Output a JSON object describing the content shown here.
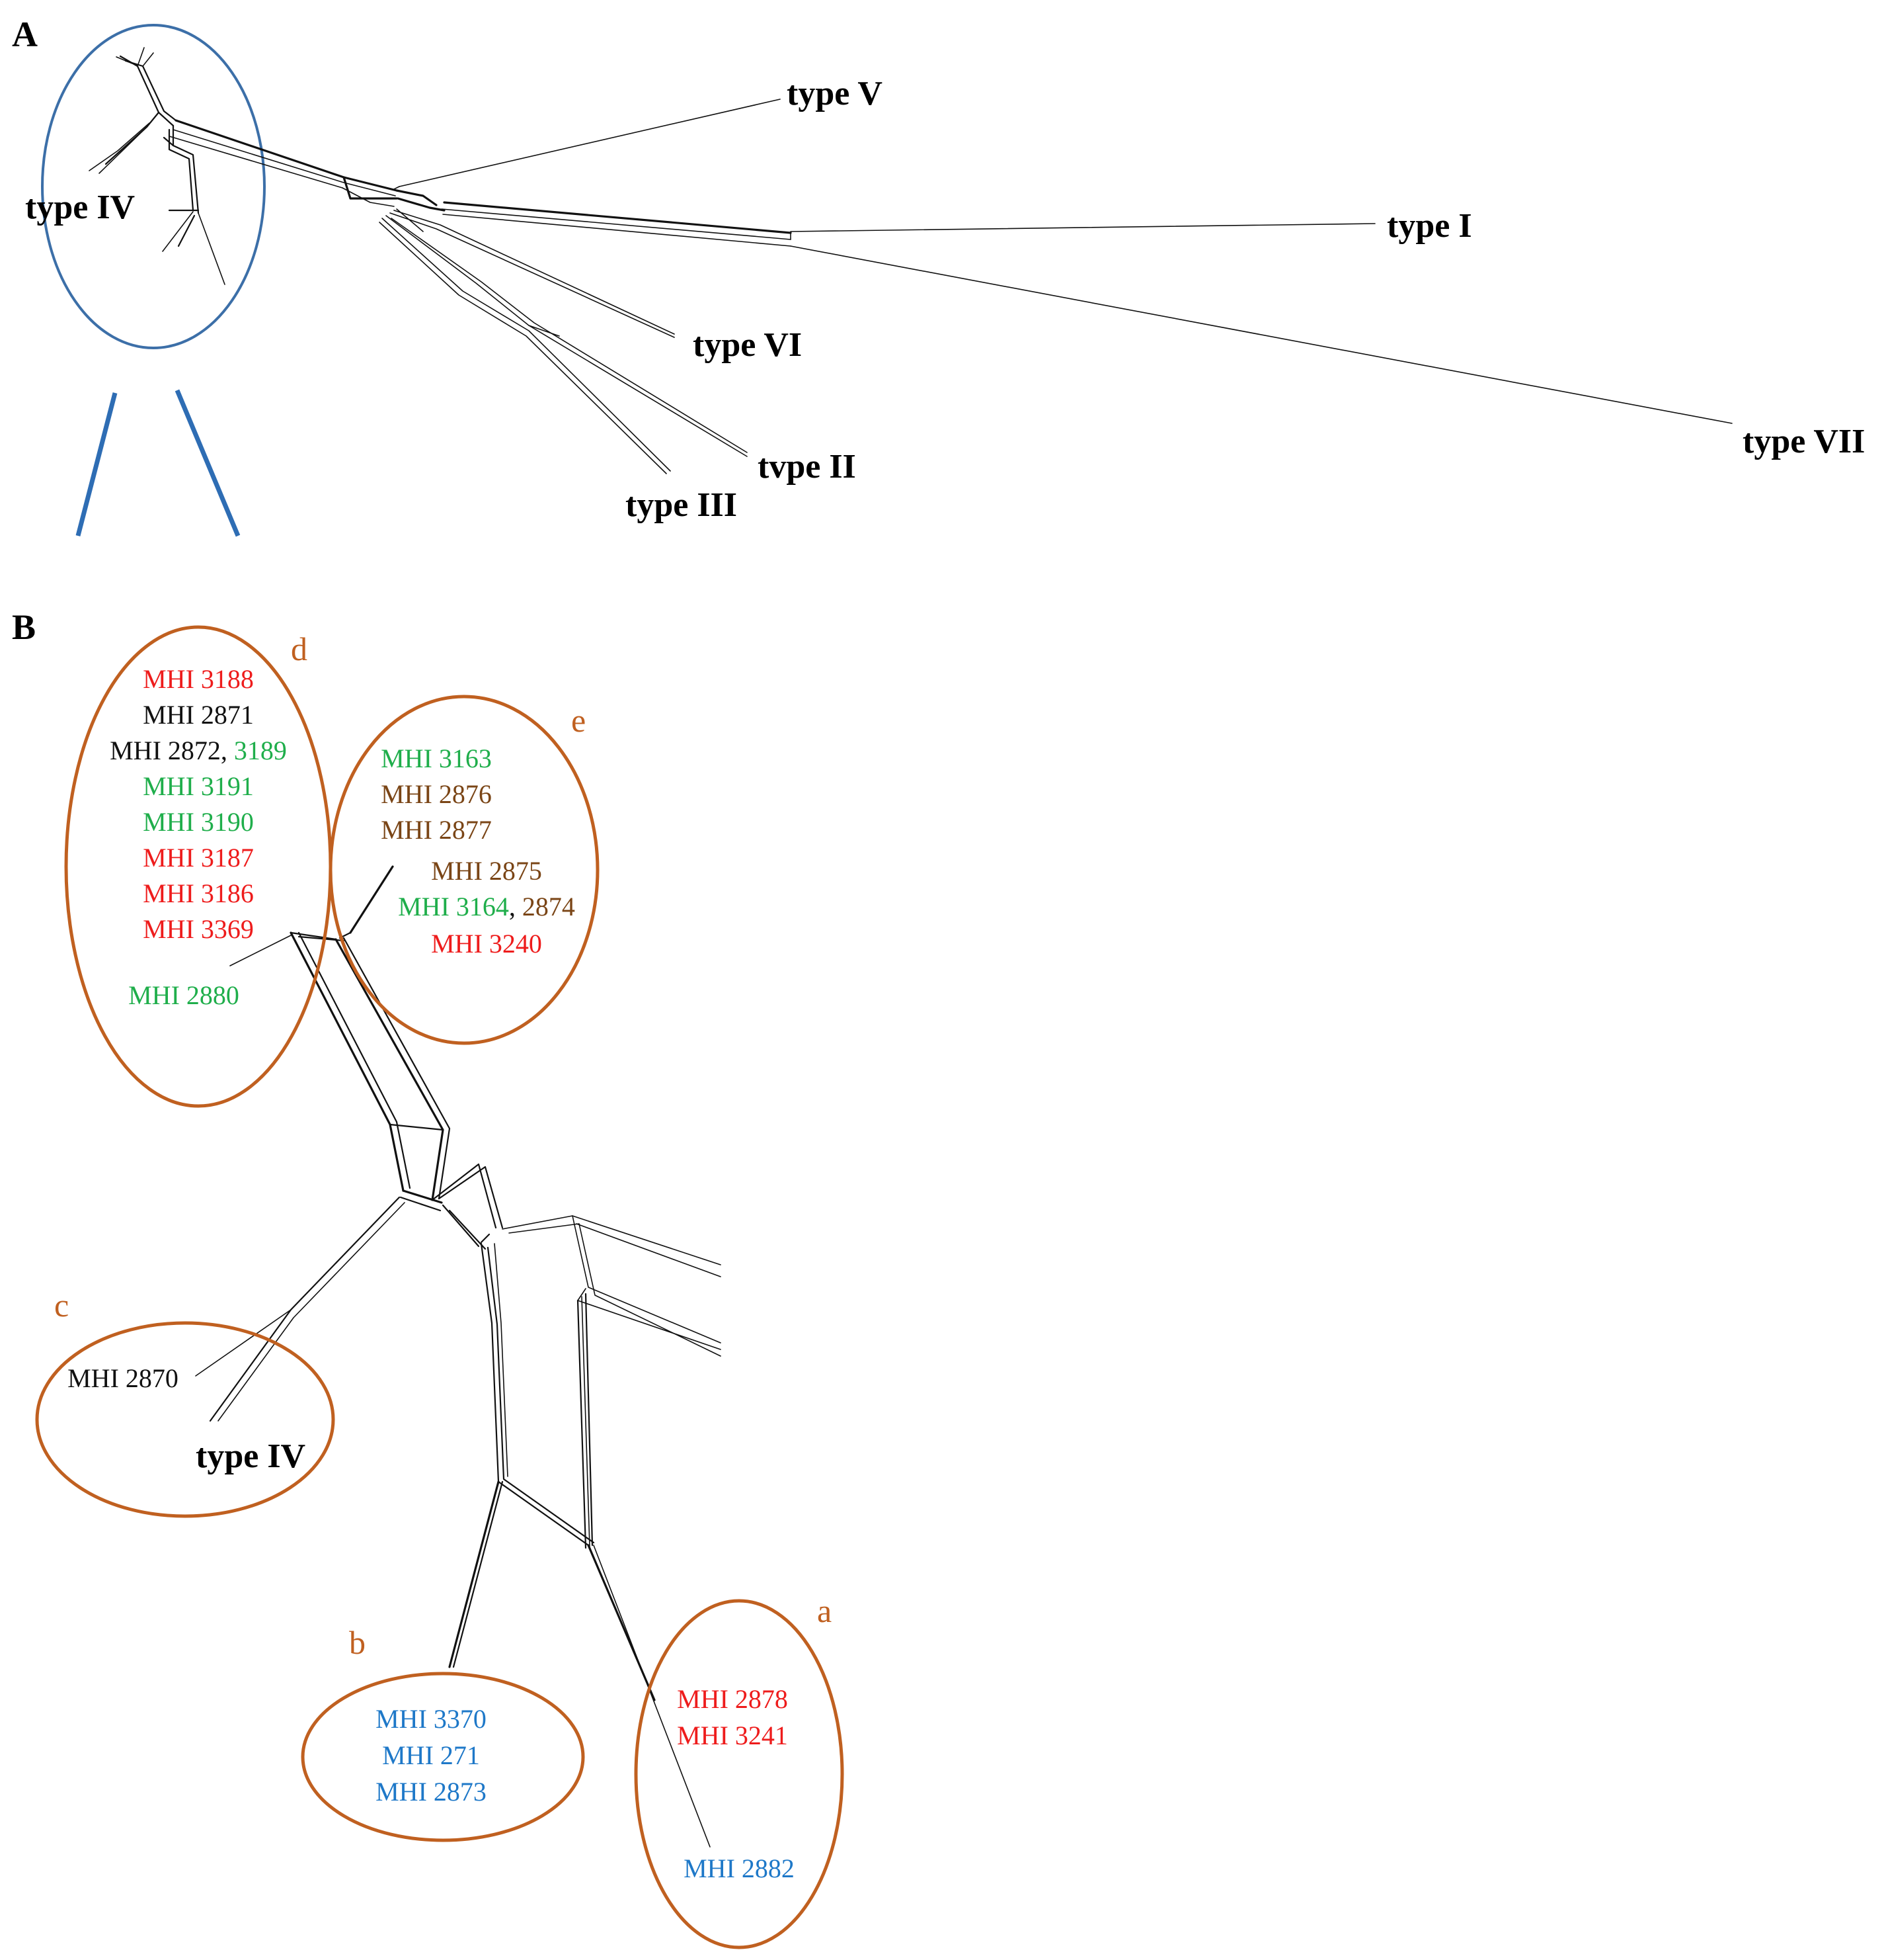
{
  "colors": {
    "ellipse_blue": "#3c6fa8",
    "zoom_lines": "#2e6db4",
    "cluster_orange": "#c06020",
    "red": "#ee1c1c",
    "green": "#1fae4b",
    "blue": "#1e78c8",
    "brown": "#7a4516",
    "black": "#111111"
  },
  "panel_a": {
    "label": "A",
    "types": {
      "iv": "type IV",
      "v": "type V",
      "i": "type I",
      "vi": "type VI",
      "ii": "tvpe II",
      "iii": "type III",
      "vii": "type VII"
    }
  },
  "panel_b": {
    "label": "B",
    "clusters": {
      "a": {
        "letter": "a",
        "lines": [
          [
            {
              "text": "MHI 2878",
              "color": "red"
            }
          ],
          [
            {
              "text": "MHI 3241",
              "color": "red"
            }
          ],
          [
            {
              "text": "MHI 2882",
              "color": "blue"
            }
          ]
        ]
      },
      "b": {
        "letter": "b",
        "lines": [
          [
            {
              "text": "MHI 3370",
              "color": "blue"
            }
          ],
          [
            {
              "text": "MHI 271",
              "color": "blue"
            }
          ],
          [
            {
              "text": "MHI 2873",
              "color": "blue"
            }
          ]
        ]
      },
      "c": {
        "letter": "c",
        "lines": [
          [
            {
              "text": "MHI 2870",
              "color": "black"
            }
          ]
        ],
        "type_label": "type IV"
      },
      "d": {
        "letter": "d",
        "lines": [
          [
            {
              "text": "MHI 3188",
              "color": "red"
            }
          ],
          [
            {
              "text": "MHI 2871",
              "color": "black"
            }
          ],
          [
            {
              "text": "MHI 2872, ",
              "color": "black"
            },
            {
              "text": "3189",
              "color": "green"
            }
          ],
          [
            {
              "text": "MHI 3191",
              "color": "green"
            }
          ],
          [
            {
              "text": "MHI 3190",
              "color": "green"
            }
          ],
          [
            {
              "text": "MHI 3187",
              "color": "red"
            }
          ],
          [
            {
              "text": "MHI 3186",
              "color": "red"
            }
          ],
          [
            {
              "text": "MHI 3369",
              "color": "red"
            }
          ],
          [
            {
              "text": "MHI 2880",
              "color": "green"
            }
          ]
        ]
      },
      "e": {
        "letter": "e",
        "lines": [
          [
            {
              "text": "MHI 3163",
              "color": "green"
            }
          ],
          [
            {
              "text": "MHI 2876",
              "color": "brown"
            }
          ],
          [
            {
              "text": "MHI 2877",
              "color": "brown"
            }
          ],
          [
            {
              "text": "MHI 2875",
              "color": "brown"
            }
          ],
          [
            {
              "text": "MHI 3164",
              "color": "green"
            },
            {
              "text": ", ",
              "color": "black"
            },
            {
              "text": "2874",
              "color": "brown"
            }
          ],
          [
            {
              "text": "MHI 3240",
              "color": "red"
            }
          ]
        ]
      }
    }
  }
}
